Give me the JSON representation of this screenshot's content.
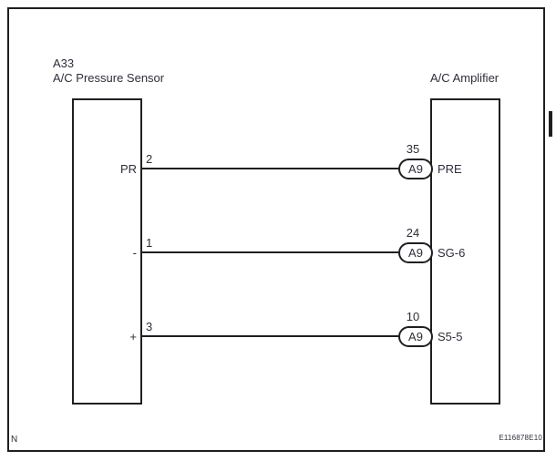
{
  "diagram": {
    "left_component": {
      "id": "A33",
      "name": "A/C Pressure Sensor"
    },
    "right_component": {
      "name": "A/C Amplifier"
    },
    "connections": [
      {
        "left_label": "PR",
        "left_pin": "2",
        "right_pin": "35",
        "connector_code": "A9",
        "right_label": "PRE"
      },
      {
        "left_label": "-",
        "left_pin": "1",
        "right_pin": "24",
        "connector_code": "A9",
        "right_label": "SG-6"
      },
      {
        "left_label": "+",
        "left_pin": "3",
        "right_pin": "10",
        "connector_code": "A9",
        "right_label": "S5-5"
      }
    ]
  },
  "footer": {
    "left_mark": "N",
    "figure_code": "E116878E10"
  },
  "colors": {
    "line": "#1f1f1f",
    "text": "#2e2e3c",
    "background": "#ffffff"
  }
}
